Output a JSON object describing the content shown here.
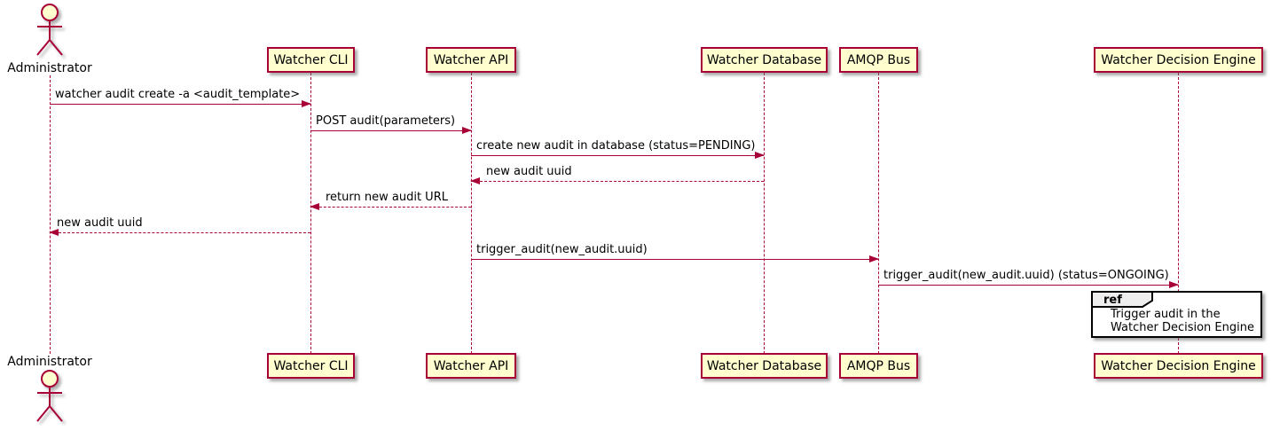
{
  "diagram_type": "sequence-diagram",
  "colors": {
    "participant_fill": "#FEFECE",
    "participant_border": "#A80036",
    "arrow": "#A80036",
    "lifeline": "#A80036",
    "ref_border": "#000000",
    "ref_tab_fill": "#EEEEEE",
    "text": "#000000"
  },
  "participants": [
    {
      "id": "administrator",
      "type": "actor",
      "label": "Administrator"
    },
    {
      "id": "watcher-cli",
      "type": "participant",
      "label": "Watcher CLI"
    },
    {
      "id": "watcher-api",
      "type": "participant",
      "label": "Watcher API"
    },
    {
      "id": "watcher-database",
      "type": "participant",
      "label": "Watcher Database"
    },
    {
      "id": "amqp-bus",
      "type": "participant",
      "label": "AMQP Bus"
    },
    {
      "id": "watcher-decision-engine",
      "type": "participant",
      "label": "Watcher Decision Engine"
    }
  ],
  "messages": [
    {
      "from": "Administrator",
      "to": "Watcher CLI",
      "line": "solid",
      "direction": "right",
      "label": "watcher audit create -a <audit_template>"
    },
    {
      "from": "Watcher CLI",
      "to": "Watcher API",
      "line": "solid",
      "direction": "right",
      "label": "POST audit(parameters)"
    },
    {
      "from": "Watcher API",
      "to": "Watcher Database",
      "line": "solid",
      "direction": "right",
      "label": "create new audit in database (status=PENDING)"
    },
    {
      "from": "Watcher Database",
      "to": "Watcher API",
      "line": "dashed",
      "direction": "left",
      "label": "new audit uuid"
    },
    {
      "from": "Watcher API",
      "to": "Watcher CLI",
      "line": "dashed",
      "direction": "left",
      "label": "return new audit URL"
    },
    {
      "from": "Watcher CLI",
      "to": "Administrator",
      "line": "dashed",
      "direction": "left",
      "label": "new audit uuid"
    },
    {
      "from": "Watcher API",
      "to": "AMQP Bus",
      "line": "solid",
      "direction": "right",
      "label": "trigger_audit(new_audit.uuid)"
    },
    {
      "from": "AMQP Bus",
      "to": "Watcher Decision Engine",
      "line": "solid",
      "direction": "right",
      "label": "trigger_audit(new_audit.uuid) (status=ONGOING)"
    }
  ],
  "ref": {
    "keyword": "ref",
    "line1": "Trigger audit in the",
    "line2": "Watcher Decision Engine"
  }
}
